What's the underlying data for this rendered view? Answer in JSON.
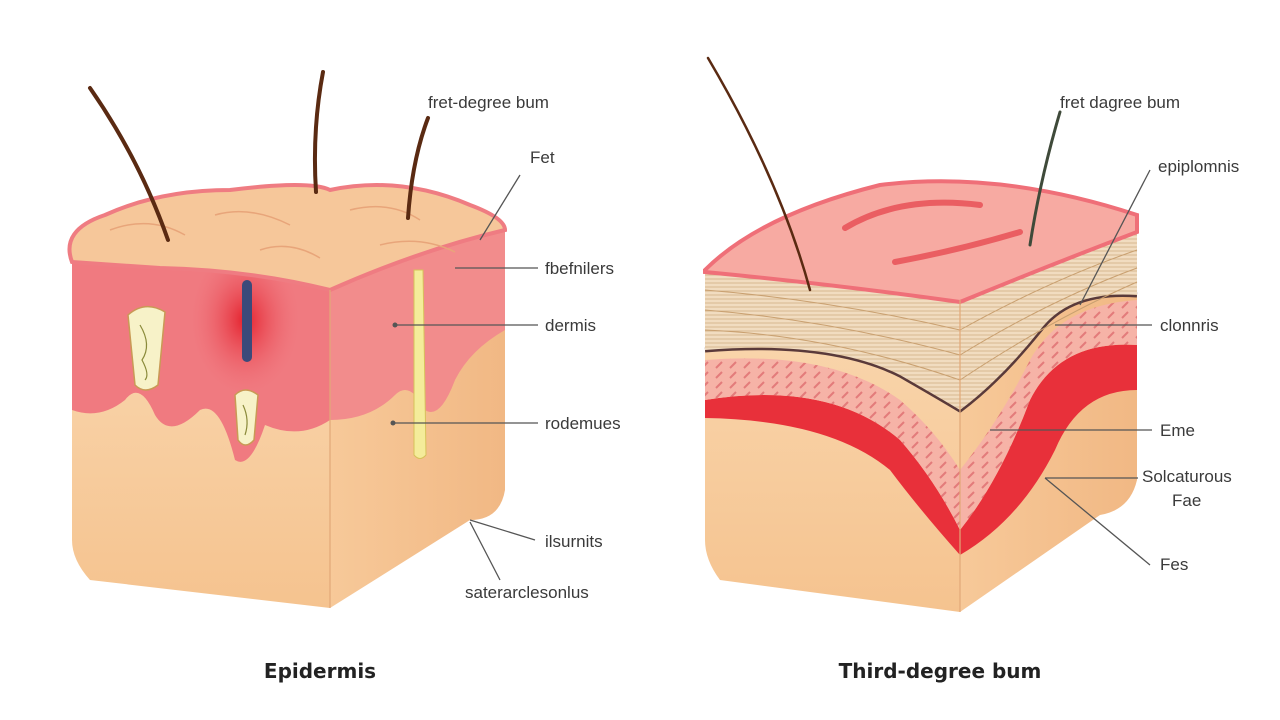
{
  "left_panel": {
    "caption": "Epidermis",
    "labels": {
      "top": "fret-degree bum",
      "fet": "Fet",
      "layer1": "fbefnilers",
      "layer2": "dermis",
      "layer3": "rodemues",
      "layer4": "ilsurnits",
      "bottom": "saterarclesonlus"
    }
  },
  "right_panel": {
    "caption": "Third-degree bum",
    "labels": {
      "top": "fret dagree bum",
      "layer1": "epiplomnis",
      "layer2": "clonnris",
      "layer3": "Eme",
      "layer4_line1": "Solcaturous",
      "layer4_line2": "Fae",
      "bottom": "Fes"
    }
  },
  "colors": {
    "skin_top": "#f6c79a",
    "skin_red": "#ef6f78",
    "skin_base": "#f8cfa3",
    "burn_red": "#e8303a",
    "hair": "#5a2a12"
  }
}
